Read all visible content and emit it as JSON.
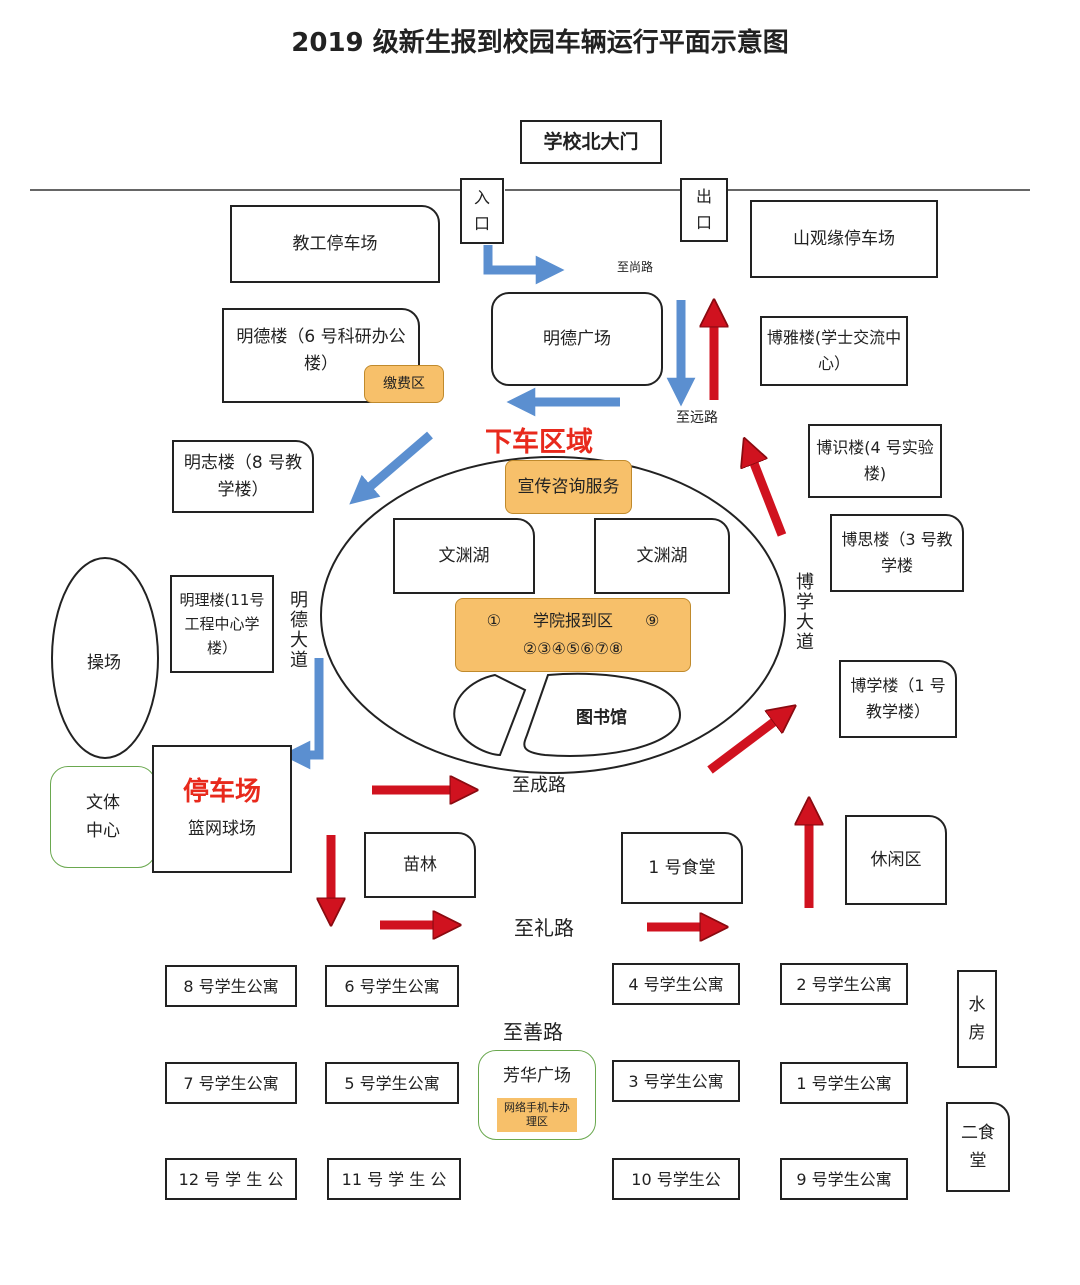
{
  "title": "2019 级新生报到校园车辆运行平面示意图",
  "north_gate": "学校北大门",
  "entrance": "入\n口",
  "exit": "出\n口",
  "roads": {
    "zhishang": "至尚路",
    "zhiyuan": "至远路",
    "mingde_avenue": "明德大道",
    "boxue_avenue": "博学大道",
    "zhicheng": "至成路",
    "zhili": "至礼路",
    "zhishan": "至善路"
  },
  "dropoff_zone": "下车区域",
  "buildings": {
    "staff_parking": "教工停车场",
    "shanguanyuan_parking": "山观缘停车场",
    "mingde_building": "明德楼（6 号科研办公楼）",
    "payment_area": "缴费区",
    "mingde_square": "明德广场",
    "boya": "博雅楼(学士交流中心）",
    "mingzhi": "明志楼（8 号教学楼）",
    "consult": "宣传咨询服务",
    "boshi": "博识楼(4 号实验楼)",
    "wenyuan_lake_left": "文渊湖",
    "wenyuan_lake_right": "文渊湖",
    "bosi": "博思楼（3 号教学楼",
    "playground": "操场",
    "mingli": "明理楼(11号工程中心学楼）",
    "college_checkin_line1": "①　　学院报到区　　⑨",
    "college_checkin_line2": "②③④⑤⑥⑦⑧",
    "library": "图书馆",
    "boxue_building": "博学楼（1 号教学楼）",
    "sports_center": "文体\n中心",
    "parking_lot": "停车场",
    "basketball": "篮网球场",
    "nursery": "苗林",
    "canteen1": "1 号食堂",
    "leisure": "休闲区",
    "water_room": "水\n房",
    "canteen2": "二食\n堂",
    "fanghua_square": "芳华广场",
    "network_card": "网络手机卡办理区"
  },
  "dorms": {
    "d8": "8 号学生公寓",
    "d6": "6 号学生公寓",
    "d4": "4 号学生公寓",
    "d2": "2 号学生公寓",
    "d7": "7 号学生公寓",
    "d5": "5 号学生公寓",
    "d3": "3 号学生公寓",
    "d1": "1 号学生公寓",
    "d12": "12 号 学 生 公",
    "d11": "11 号 学 生 公",
    "d10": "10 号学生公",
    "d9": "9 号学生公寓"
  },
  "colors": {
    "inbound_arrow": "#5b8fd0",
    "outbound_arrow": "#d0121f",
    "highlight": "#e8291c",
    "zone_fill": "#f7c06a"
  }
}
